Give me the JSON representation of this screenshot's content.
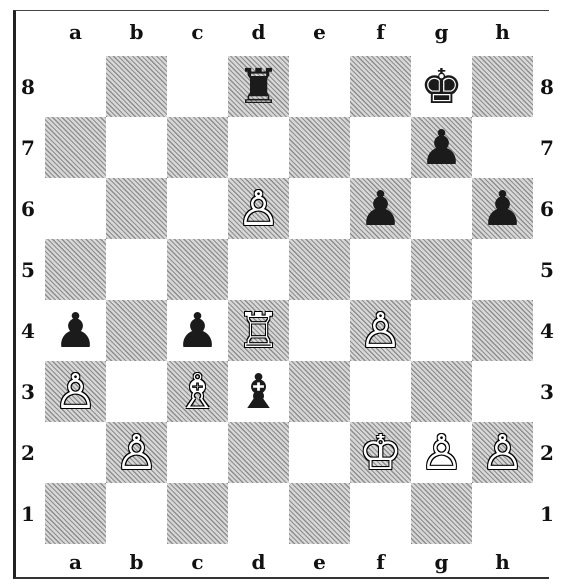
{
  "board": {
    "files": [
      "a",
      "b",
      "c",
      "d",
      "e",
      "f",
      "g",
      "h"
    ],
    "ranks": [
      "8",
      "7",
      "6",
      "5",
      "4",
      "3",
      "2",
      "1"
    ],
    "colors": {
      "dark_square": "#d7d7d7",
      "hatch": "#8e8e8e",
      "light_square": "#ffffff"
    },
    "pieces": [
      {
        "square": "d8",
        "color": "black",
        "type": "rook",
        "glyph": "♜"
      },
      {
        "square": "g8",
        "color": "black",
        "type": "king",
        "glyph": "♚"
      },
      {
        "square": "g7",
        "color": "black",
        "type": "pawn",
        "glyph": "♟"
      },
      {
        "square": "d6",
        "color": "white",
        "type": "pawn",
        "glyph": "♙"
      },
      {
        "square": "f6",
        "color": "black",
        "type": "pawn",
        "glyph": "♟"
      },
      {
        "square": "h6",
        "color": "black",
        "type": "pawn",
        "glyph": "♟"
      },
      {
        "square": "a4",
        "color": "black",
        "type": "pawn",
        "glyph": "♟"
      },
      {
        "square": "c4",
        "color": "black",
        "type": "pawn",
        "glyph": "♟"
      },
      {
        "square": "d4",
        "color": "white",
        "type": "rook",
        "glyph": "♖"
      },
      {
        "square": "f4",
        "color": "white",
        "type": "pawn",
        "glyph": "♙"
      },
      {
        "square": "a3",
        "color": "white",
        "type": "pawn",
        "glyph": "♙"
      },
      {
        "square": "c3",
        "color": "white",
        "type": "bishop",
        "glyph": "♗"
      },
      {
        "square": "d3",
        "color": "black",
        "type": "bishop",
        "glyph": "♝"
      },
      {
        "square": "b2",
        "color": "white",
        "type": "pawn",
        "glyph": "♙"
      },
      {
        "square": "f2",
        "color": "white",
        "type": "king",
        "glyph": "♔"
      },
      {
        "square": "g2",
        "color": "white",
        "type": "pawn",
        "glyph": "♙"
      },
      {
        "square": "h2",
        "color": "white",
        "type": "pawn",
        "glyph": "♙"
      }
    ]
  }
}
